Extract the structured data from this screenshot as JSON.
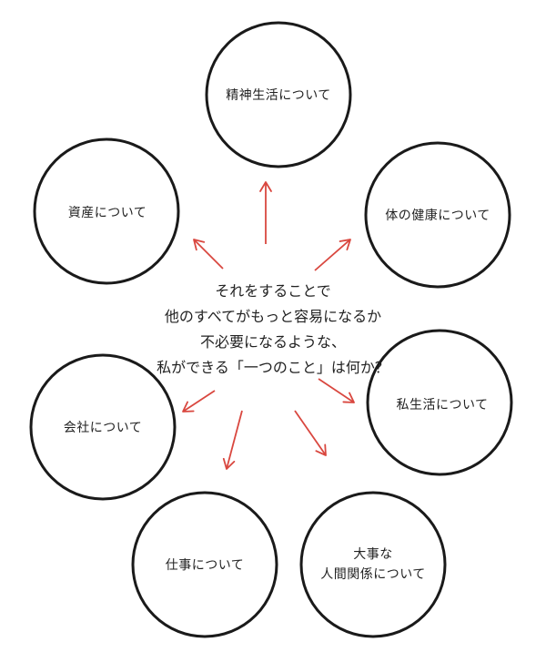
{
  "colors": {
    "circle_stroke": "#1a1a1a",
    "arrow": "#d9473f",
    "text": "#222222"
  },
  "central_question": [
    "それをすることで",
    "他のすべてがもっと容易になるか",
    "不必要になるような、",
    "私ができる「一つのこと」は何か？"
  ],
  "topics": [
    {
      "id": "spiritual",
      "lines": [
        "精神生活について"
      ]
    },
    {
      "id": "health",
      "lines": [
        "体の健康について"
      ]
    },
    {
      "id": "private",
      "lines": [
        "私生活について"
      ]
    },
    {
      "id": "relationships",
      "lines": [
        "大事な",
        "人間関係について"
      ]
    },
    {
      "id": "work",
      "lines": [
        "仕事について"
      ]
    },
    {
      "id": "company",
      "lines": [
        "会社について"
      ]
    },
    {
      "id": "assets",
      "lines": [
        "資産について"
      ]
    }
  ]
}
